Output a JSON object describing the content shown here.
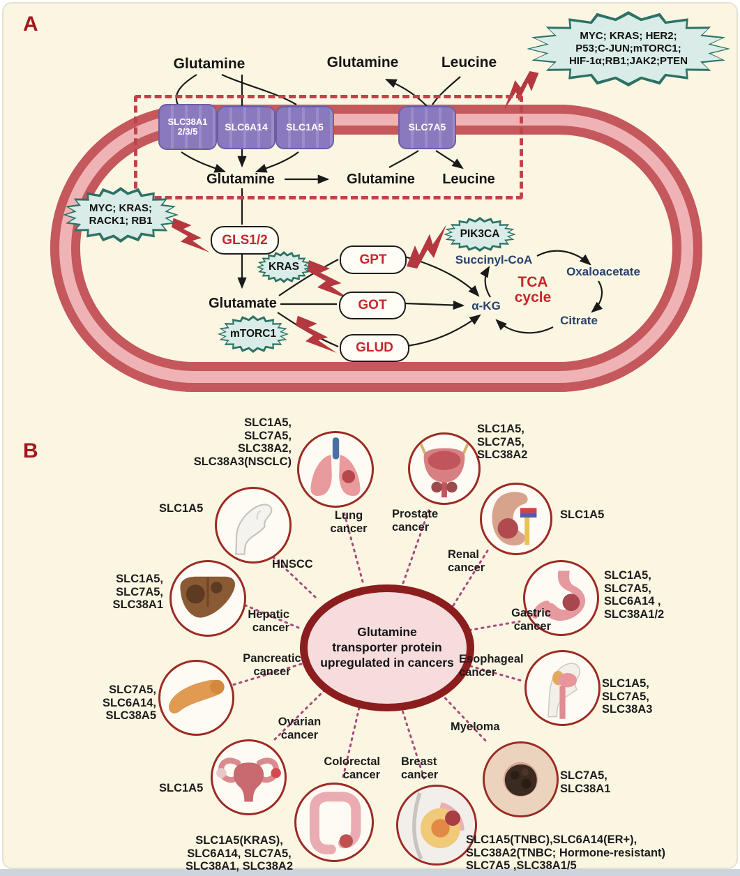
{
  "panel_a": {
    "label": "A",
    "oncogenes_membrane": "MYC; KRAS; HER2;\nP53;C-JUN;mTORC1;\nHIF-1α;RB1;JAK2;PTEN",
    "oncogenes_gls": "MYC; KRAS;\nRACK1; RB1",
    "extracellular": {
      "glutamine1": "Glutamine",
      "glutamine2": "Glutamine",
      "leucine": "Leucine"
    },
    "transporters": {
      "slc38a": "SLC38A1\n2/3/5",
      "slc6a14": "SLC6A14",
      "slc1a5": "SLC1A5",
      "slc7a5": "SLC7A5"
    },
    "intracellular": {
      "glutamine1": "Glutamine",
      "glutamine2": "Glutamine",
      "leucine": "Leucine",
      "glutamate": "Glutamate"
    },
    "enzymes": {
      "gls": "GLS1/2",
      "gpt": "GPT",
      "got": "GOT",
      "glud": "GLUD"
    },
    "regulators": {
      "kras": "KRAS",
      "mtorc1": "mTORC1",
      "pik3ca": "PIK3CA"
    },
    "tca": {
      "title": "TCA\ncycle",
      "succinyl_coa": "Succinyl-CoA",
      "oxaloacetate": "Oxaloacetate",
      "citrate": "Citrate",
      "alpha_kg": "α-KG"
    }
  },
  "panel_b": {
    "label": "B",
    "center": "Glutamine\ntransporter protein\nupregulated in cancers",
    "cancers": [
      {
        "id": "lung",
        "name": "Lung\ncancer",
        "genes": "SLC1A5,\nSLC7A5,\nSLC38A2,\nSLC38A3(NSCLC)"
      },
      {
        "id": "prostate",
        "name": "Prostate\ncancer",
        "genes": "SLC1A5,\nSLC7A5,\nSLC38A2"
      },
      {
        "id": "renal",
        "name": "Renal\ncancer",
        "genes": "SLC1A5"
      },
      {
        "id": "gastric",
        "name": "Gastric\ncancer",
        "genes": "SLC1A5,\nSLC7A5,\nSLC6A14 ,\nSLC38A1/2"
      },
      {
        "id": "esophageal",
        "name": "Esophageal\ncancer",
        "genes": "SLC1A5,\nSLC7A5,\nSLC38A3"
      },
      {
        "id": "myeloma",
        "name": "Myeloma",
        "genes": "SLC7A5,\nSLC38A1"
      },
      {
        "id": "breast",
        "name": "Breast\ncancer",
        "genes": "SLC1A5(TNBC),SLC6A14(ER+),\nSLC38A2(TNBC; Hormone-resistant)\nSLC7A5 ,SLC38A1/5"
      },
      {
        "id": "colorectal",
        "name": "Colorectal\ncancer",
        "genes": "SLC1A5(KRAS),\nSLC6A14, SLC7A5,\nSLC38A1, SLC38A2"
      },
      {
        "id": "ovarian",
        "name": "Ovarian\ncancer",
        "genes": "SLC1A5"
      },
      {
        "id": "pancreatic",
        "name": "Pancreatic\ncancer",
        "genes": "SLC7A5,\nSLC6A14,\nSLC38A5"
      },
      {
        "id": "hepatic",
        "name": "Hepatic\ncancer",
        "genes": "SLC1A5,\nSLC7A5,\nSLC38A1"
      },
      {
        "id": "hnscc",
        "name": "HNSCC",
        "genes": "SLC1A5"
      }
    ]
  }
}
